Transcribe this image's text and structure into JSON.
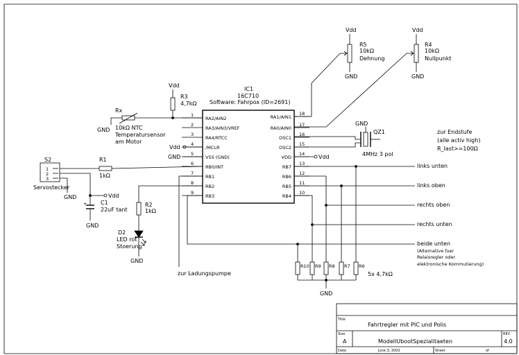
{
  "supply": {
    "vdd": "Vdd",
    "gnd": "GND"
  },
  "ic": {
    "ref": "IC1",
    "part": "16C710",
    "software": "Software: Fahrpox (ID=2691)",
    "left_pins": [
      {
        "num": "1",
        "name": "RA2/AIN2"
      },
      {
        "num": "2",
        "name": "RA3/AIN3/VREF"
      },
      {
        "num": "3",
        "name": "RA4/RTCC"
      },
      {
        "num": "4",
        "name": "/MCLR"
      },
      {
        "num": "5",
        "name": "VSS (GND)"
      },
      {
        "num": "6",
        "name": "RB0/INT"
      },
      {
        "num": "7",
        "name": "RB1"
      },
      {
        "num": "8",
        "name": "RB2"
      },
      {
        "num": "9",
        "name": "RB3"
      }
    ],
    "right_pins": [
      {
        "num": "18",
        "name": "RA1/AIN1"
      },
      {
        "num": "17",
        "name": "RA0/AIN0"
      },
      {
        "num": "16",
        "name": "OSC1"
      },
      {
        "num": "15",
        "name": "OSC2"
      },
      {
        "num": "14",
        "name": "VDD"
      },
      {
        "num": "13",
        "name": "RB7"
      },
      {
        "num": "12",
        "name": "RB6"
      },
      {
        "num": "11",
        "name": "RB5"
      },
      {
        "num": "10",
        "name": "RB4"
      }
    ]
  },
  "components": {
    "r5": {
      "ref": "R5",
      "value": "10kΩ",
      "label": "Dehnung"
    },
    "r4": {
      "ref": "R4",
      "value": "10kΩ",
      "label": "Nullpunkt"
    },
    "r3": {
      "ref": "R3",
      "value": "4,7kΩ"
    },
    "rx": {
      "ref": "Rx",
      "value": "10kΩ NTC",
      "label1": "Temperatursensor",
      "label2": "am Motor"
    },
    "qz1": {
      "ref": "QZ1",
      "value": "4MHz 3 pol"
    },
    "s2": {
      "ref": "S2",
      "label": "Servostecker",
      "pins": [
        "1",
        "2",
        "3"
      ]
    },
    "r1": {
      "ref": "R1",
      "value": "1kΩ"
    },
    "c1": {
      "ref": "C1",
      "value": "22uF tant"
    },
    "r2": {
      "ref": "R2",
      "value": "1kΩ"
    },
    "d2": {
      "ref": "D2",
      "value": "LED rot",
      "label": "Stoerung"
    },
    "rnet": {
      "refs": [
        "R10",
        "R9",
        "R8",
        "R7",
        "R6"
      ],
      "value": "5x 4,7kΩ"
    }
  },
  "notes": {
    "endstufe1": "zur Endstufe",
    "endstufe2": "(alle activ high)",
    "endstufe3": "R_last>=100Ω",
    "ladung": "zur Ladungspumpe"
  },
  "outputs": {
    "links_unten": "links unten",
    "links_oben": "links oben",
    "rechts_oben": "rechts oben",
    "rechts_unten": "rechts unten",
    "beide_unten": "beide unten",
    "alt1": "(Alternative fuer",
    "alt2": "Relaisregler oder",
    "alt3": "elektronische Kommutierung)"
  },
  "title_block": {
    "title_label": "Title",
    "title": "Fahrtregler mit PIC und Polis",
    "size_label": "Size",
    "size": "A",
    "doc": "ModellUbootSpezialitaeten",
    "rev_label": "REV",
    "rev": "4.0",
    "date_label": "Date",
    "date": "June 3, 2002",
    "sheet_label": "Sheet",
    "of_label": "of"
  }
}
